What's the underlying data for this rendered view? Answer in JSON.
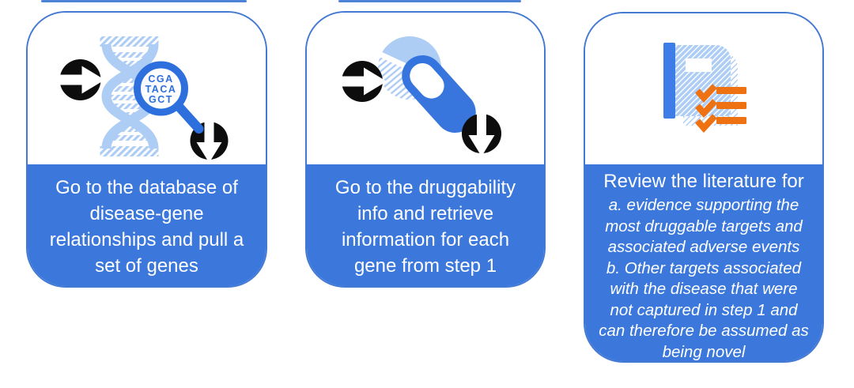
{
  "colors": {
    "card_blue": "#3c78dc",
    "border_blue": "#4379d2",
    "medium_blue": "#2d6fdc",
    "light_blue": "#aecdf5",
    "spine_blue": "#3e7de8",
    "orange": "#ee7112",
    "black": "#0d0d0d",
    "text_white": "#ffffff",
    "accent_line_blue": "#4d82d9"
  },
  "cards": [
    {
      "id": "step-1",
      "icon": "dna-magnifier-with-arrows",
      "magnifier_text": [
        "CGA",
        "TACA",
        "GCT"
      ],
      "text_lines": [
        "Go to the database of",
        "disease-gene",
        "relationships and pull a",
        "set of genes"
      ]
    },
    {
      "id": "step-2",
      "icon": "drug-capsule-with-arrows",
      "text_lines": [
        "Go to the druggability",
        "info and retrieve",
        "information for each",
        "gene from step 1"
      ]
    },
    {
      "id": "step-3",
      "icon": "book-with-checklist",
      "heading": "Review the literature for",
      "italic_lines": [
        "a. evidence supporting the",
        "most druggable targets and",
        "associated adverse events",
        "b. Other targets associated",
        "with the disease that were",
        "not captured in step 1 and",
        "can therefore be assumed as",
        "being novel"
      ]
    }
  ]
}
